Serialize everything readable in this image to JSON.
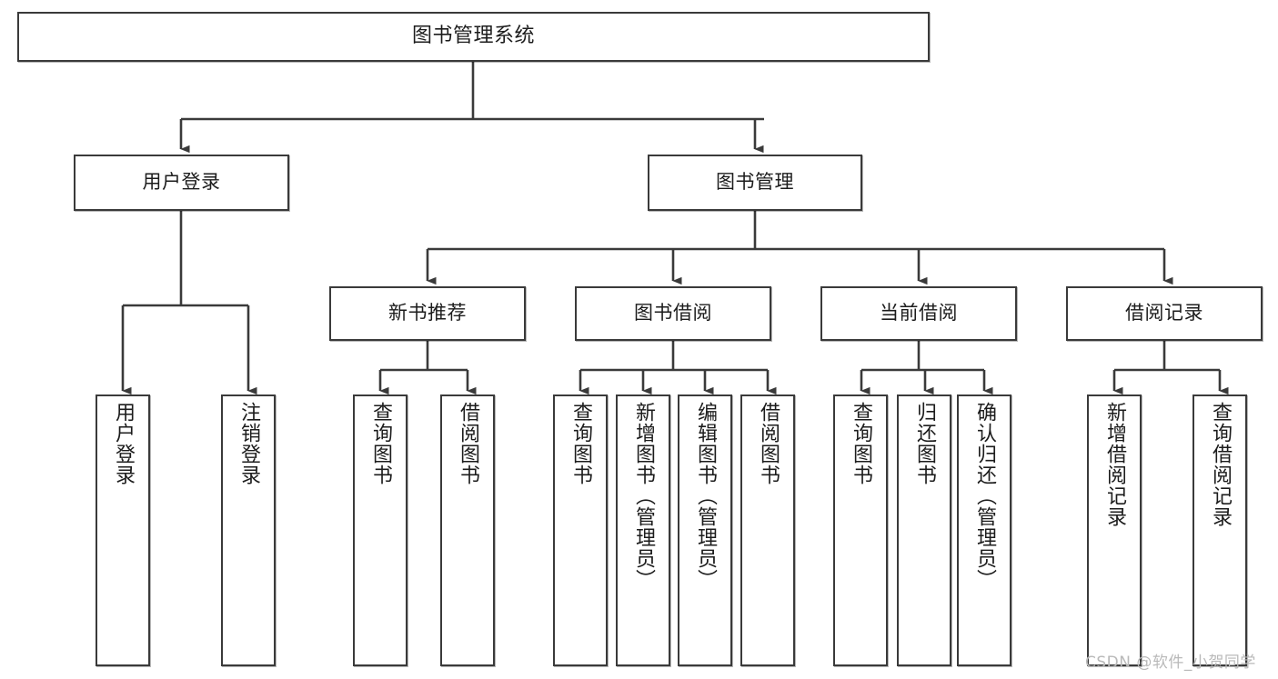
{
  "diagram": {
    "title": "图书管理系统",
    "type": "tree-hierarchy-diagram",
    "watermark": "CSDN @软件_小贺同学",
    "colors": {
      "box_border": "#3a3a3a",
      "box_fill": "#ffffff",
      "edge": "#3a3a3a",
      "text": "#1c1c1c",
      "watermark": "#b9b9b9",
      "background": "#ffffff"
    },
    "nodes": {
      "root": {
        "label": "图书管理系统"
      },
      "level1": [
        {
          "id": "user-login",
          "label": "用户登录"
        },
        {
          "id": "book-manage",
          "label": "图书管理"
        }
      ],
      "level2": [
        {
          "id": "new-book-recommend",
          "label": "新书推荐"
        },
        {
          "id": "book-borrow",
          "label": "图书借阅"
        },
        {
          "id": "current-borrow",
          "label": "当前借阅"
        },
        {
          "id": "borrow-record",
          "label": "借阅记录"
        }
      ],
      "leaves": {
        "user_login": [
          {
            "id": "leaf-user-login",
            "label": "用户登录"
          },
          {
            "id": "leaf-logout-login",
            "label": "注销登录"
          }
        ],
        "new_book_recommend": [
          {
            "id": "leaf-query-book-1",
            "label": "查询图书"
          },
          {
            "id": "leaf-borrow-book-1",
            "label": "借阅图书"
          }
        ],
        "book_borrow": [
          {
            "id": "leaf-query-book-2",
            "label": "查询图书"
          },
          {
            "id": "leaf-add-book",
            "label": "新增图书（管理员）"
          },
          {
            "id": "leaf-edit-book",
            "label": "编辑图书（管理员）"
          },
          {
            "id": "leaf-borrow-book-2",
            "label": "借阅图书"
          }
        ],
        "current_borrow": [
          {
            "id": "leaf-query-book-3",
            "label": "查询图书"
          },
          {
            "id": "leaf-return-book",
            "label": "归还图书"
          },
          {
            "id": "leaf-confirm-return",
            "label": "确认归还（管理员）"
          }
        ],
        "borrow_record": [
          {
            "id": "leaf-add-record",
            "label": "新增借阅记录"
          },
          {
            "id": "leaf-query-record",
            "label": "查询借阅记录"
          }
        ]
      }
    }
  }
}
